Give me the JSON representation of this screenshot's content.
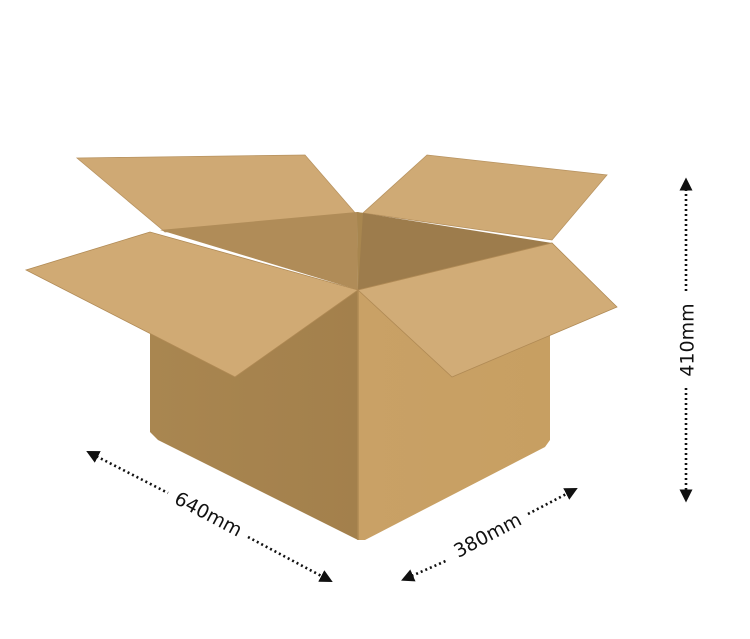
{
  "diagram": {
    "subject": "Open corrugated cardboard box",
    "colors": {
      "background": "#ffffff",
      "flap_light": "#d0aa74",
      "flap_back": "#cda872",
      "front_left_face": "#a8834f",
      "front_right_face": "#c8a062",
      "inner_left": "#b08c58",
      "inner_right": "#9c7b4b",
      "inner_back": "#a8864f",
      "dimension_line": "#111111"
    },
    "dimensions": {
      "length": {
        "label": "640mm",
        "value": 640,
        "unit": "mm"
      },
      "width": {
        "label": "380mm",
        "value": 380,
        "unit": "mm"
      },
      "height": {
        "label": "410mm",
        "value": 410,
        "unit": "mm"
      }
    }
  }
}
